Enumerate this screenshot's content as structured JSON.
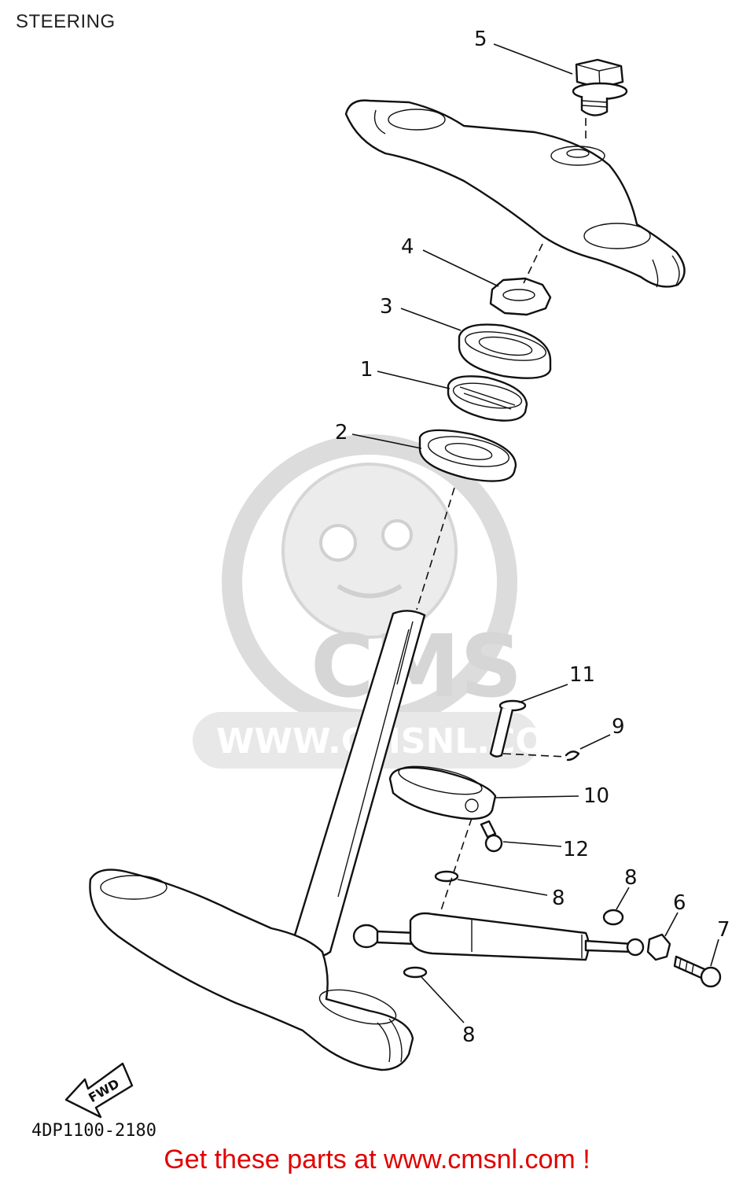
{
  "page": {
    "title": "STEERING",
    "part_code": "4DP1100-2180",
    "footer": "Get these parts at www.cmsnl.com !"
  },
  "watermark": {
    "logo_text": "CMS",
    "url_text": "WWW.CMSNL.COM"
  },
  "fwd_label": "FWD",
  "callouts": [
    "5",
    "4",
    "3",
    "1",
    "2",
    "11",
    "9",
    "10",
    "12",
    "8",
    "8",
    "6",
    "7",
    "8"
  ],
  "colors": {
    "ink": "#111111",
    "footer": "#e00000",
    "watermark": "#d6d6d6"
  }
}
